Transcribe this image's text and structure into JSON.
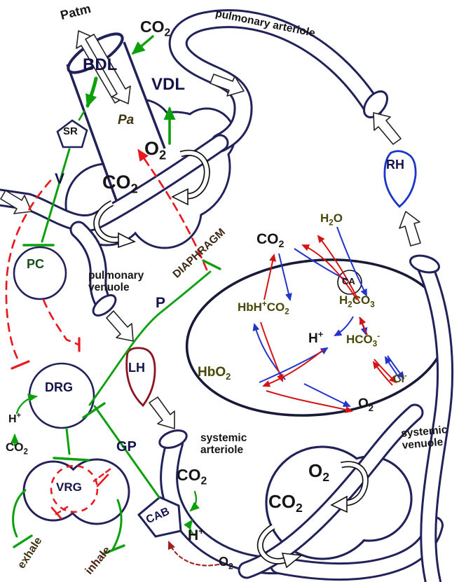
{
  "palette": {
    "outline_navy": "#22225a",
    "nerve_green": "#0ca00c",
    "inhibit_red_dashed": "#e8191f",
    "venous_blue": "#2334cc",
    "arterial_red": "#d41414",
    "lh_dark_red": "#8a1420",
    "rh_blue": "#1a35c8",
    "chem_olive": "#474708",
    "diaphragm_brown": "#3c2812"
  },
  "labels": {
    "patm": {
      "text": "Patm"
    },
    "co2_air": {
      "main": "CO",
      "sub": "2"
    },
    "pulmonary_arteriole": {
      "text": "pulmonary arteriole"
    },
    "bdl": {
      "text": "BDL"
    },
    "vdl": {
      "text": "VDL"
    },
    "pa": {
      "text": "Pa"
    },
    "sr": {
      "text": "SR"
    },
    "v": {
      "text": "V"
    },
    "pc": {
      "text": "PC"
    },
    "o2_alv": {
      "main": "O",
      "sub": "2"
    },
    "co2_alv": {
      "main": "CO",
      "sub": "2"
    },
    "pulmonary_venuole_1": {
      "text": "pulmonary"
    },
    "pulmonary_venuole_2": {
      "text": "venuole"
    },
    "diaphragm": {
      "text": "DIAPHRAGM"
    },
    "p": {
      "text": "P"
    },
    "rh": {
      "text": "RH"
    },
    "lh": {
      "text": "LH"
    },
    "h2o": {
      "m1": "H",
      "s1": "2",
      "m2": "O"
    },
    "co2_rbc": {
      "main": "CO",
      "sub": "2"
    },
    "ca": {
      "text": "CA"
    },
    "h2co3": {
      "m1": "H",
      "s1": "2",
      "m2": "CO",
      "s2": "3"
    },
    "hbhco2": {
      "m1": "HbH",
      "p1": "+",
      "m2": "CO",
      "s2": "2"
    },
    "h_rbc": {
      "main": "H",
      "sup": "+"
    },
    "hco3": {
      "main": "HCO",
      "sub": "3",
      "sup": "-"
    },
    "cl": {
      "main": "Cl",
      "sup": "-"
    },
    "hbo2": {
      "main": "HbO",
      "sub": "2"
    },
    "o2_rbc": {
      "main": "O",
      "sub": "2"
    },
    "drg": {
      "text": "DRG"
    },
    "h_left": {
      "main": "H",
      "sup": "+"
    },
    "co2_left": {
      "main": "CO",
      "sub": "2"
    },
    "gp": {
      "text": "GP"
    },
    "vrg": {
      "text": "VRG"
    },
    "exhale": {
      "text": "exhale"
    },
    "inhale": {
      "text": "inhale"
    },
    "systemic_arteriole_1": {
      "text": "systemic"
    },
    "systemic_arteriole_2": {
      "text": "arteriole"
    },
    "co2_sys": {
      "main": "CO",
      "sub": "2"
    },
    "cab": {
      "text": "CAB"
    },
    "h_sys": {
      "main": "H",
      "sup": "+"
    },
    "o2_sys": {
      "main": "O",
      "sub": "2"
    },
    "o2_tissue": {
      "main": "O",
      "sub": "2"
    },
    "co2_tissue": {
      "main": "CO",
      "sub": "2"
    },
    "systemic_venuole_1": {
      "text": "systemic"
    },
    "systemic_venuole_2": {
      "text": "venuole"
    }
  }
}
